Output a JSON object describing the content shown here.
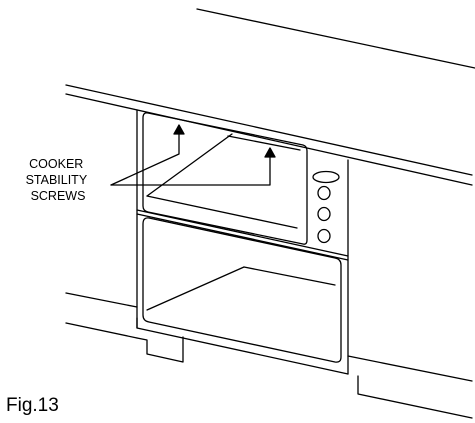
{
  "callout": {
    "line1": "COOKER",
    "line2": "STABILITY",
    "line3": "SCREWS"
  },
  "figure_label": "Fig.13",
  "colors": {
    "ink": "#000000",
    "paper": "#ffffff"
  }
}
